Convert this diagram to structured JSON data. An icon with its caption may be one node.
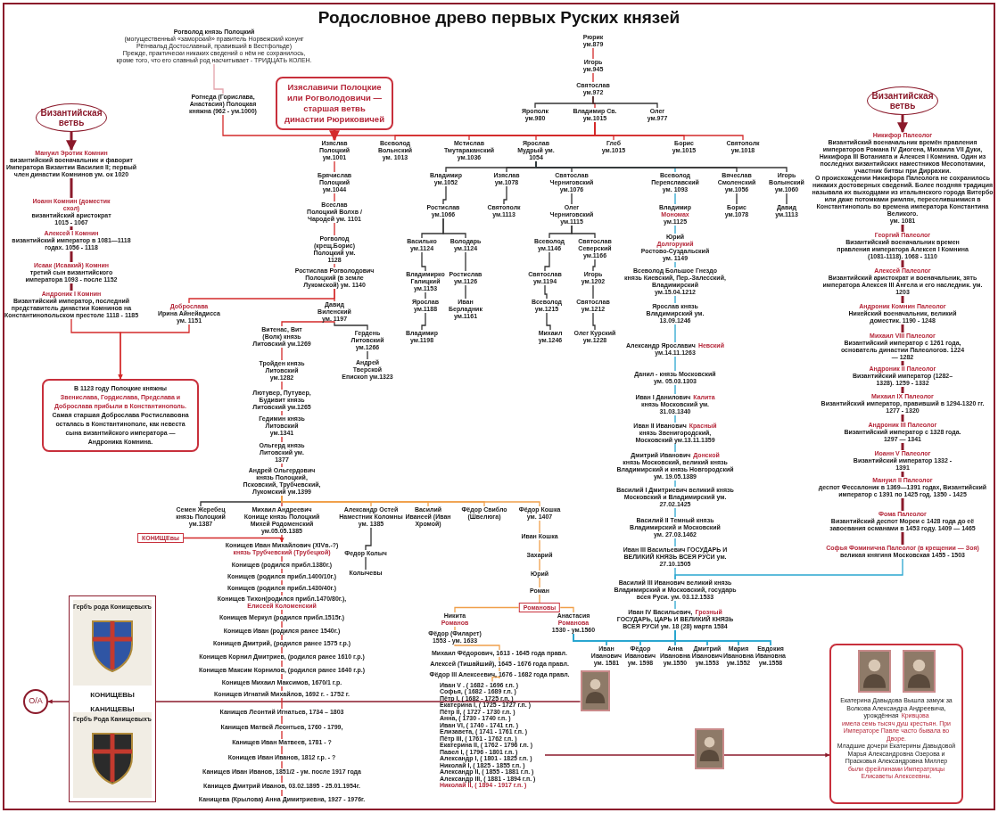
{
  "diagram": {
    "title": "Родословное древо первых Руских князей",
    "nodes": [
      {
        "text": [
          "Рогволод князь Полоцкий",
          "(могущественный «заморский» правитель Норвежский конунг Рёгнвальд Достославный, правивший в Вестфольде)",
          "Прежде, практически никаких сведений о нём не сохранилось, кроме того, что его славный род насчитывает - ТРИДЦАТЬ КОЛЕН."
        ]
      },
      {
        "text": [
          "Рогнеда (Горислава, Анастасия) Полоцкая княжна (962 - ум.1000)"
        ]
      },
      {
        "text": [
          "Рюрик ум.879"
        ]
      },
      {
        "text": [
          "Игорь ум.945"
        ]
      },
      {
        "text": [
          "Святослав ум.972"
        ]
      },
      {
        "text": [
          "Ярополк ум.980"
        ]
      },
      {
        "text": [
          "Владимир Св. ум.1015"
        ]
      },
      {
        "text": [
          "Олег ум.977"
        ]
      },
      {
        "text": [
          "Изяславичи Полоцкие или Рогволодовичи — старшая ветвь династии Рюриковичей"
        ]
      },
      {
        "text": [
          "Изяслав Полоцкий ум.1001"
        ]
      },
      {
        "text": [
          "Всеволод Вольнский ум. 1013"
        ]
      },
      {
        "text": [
          "Мстислав Тмутараканский ум.1036"
        ]
      },
      {
        "text": [
          "Ярослав Мудрый ум. 1054"
        ]
      },
      {
        "text": [
          "Глеб ум.1015"
        ]
      },
      {
        "text": [
          "Борис ум.1015"
        ]
      },
      {
        "text": [
          "Святополк ум.1018"
        ]
      },
      {
        "text": [
          "Брячислав Полоцкий ум.1044"
        ]
      },
      {
        "text": [
          "Всеслав Полоцкий Волхв / Чародей ум. 1101"
        ]
      },
      {
        "text": [
          "Рогволод (крещ.Борис) Полоцкий ум. 1128"
        ]
      },
      {
        "text": [
          "Ростислав Рогволодович Полоцкий (в земле Лукомской) ум. 1140"
        ]
      },
      {
        "text": [
          "Давид Виленский ум. 1197"
        ]
      },
      {
        "text": [
          "Доброслава",
          "Ирина Айнейадисса ум. 1151"
        ]
      },
      {
        "text": [
          "Византийская ветвь"
        ]
      },
      {
        "text": [
          "Мануил Эротик Комнин",
          "византийский военачальник и фаворит Императора Византии Василия II; первый член династии Комнинов ум. ок 1020"
        ]
      },
      {
        "text": [
          "Иоанн Комнин (доместик схол)",
          "византийский аристократ 1015 - 1067"
        ]
      },
      {
        "text": [
          "Алексей I Комнин",
          "византийский император в 1081—1118 годах. 1056 - 1118"
        ]
      },
      {
        "text": [
          "Исаак (Исаакий) Комнин",
          "третий сын византийского императора 1093 - после 1152"
        ]
      },
      {
        "text": [
          "Андроник I Комнин",
          "Византийский император, последний представитель династии Комнинов на Константинопольском престоле 1118 - 1185"
        ]
      },
      {
        "text": [
          "В 1123 году Полоцкие княжны",
          "Звенислава, Гордислава, Предслава и Доброслава прибыли в Константинополь.",
          "Самая старшая Доброслава Ростиславовна осталась в Константинополе, как невеста сына византийского императора — Андроника Комнина."
        ]
      },
      {
        "text": [
          "Витенас, Вит (Волк) князь Литовский ум.1269"
        ]
      },
      {
        "text": [
          "Гердень Литовский ум.1266"
        ]
      },
      {
        "text": [
          "Андрей Тверской Епископ ум.1323"
        ]
      },
      {
        "text": [
          "Тройден князь Литовский ум.1282"
        ]
      },
      {
        "text": [
          "Лютувер, Путувер, Будивит князь Литовский ум.1265"
        ]
      },
      {
        "text": [
          "Гедимин князь Литовский ум.1341"
        ]
      },
      {
        "text": [
          "Ольгерд князь Литовский ум. 1377"
        ]
      },
      {
        "text": [
          "Андрей Ольгердович князь Полоцкий, Псковский, Трубчевский, Лукомский ум.1399"
        ]
      },
      {
        "text": [
          "Семен Жеребец князь Полоцкий ум.1387"
        ]
      },
      {
        "text": [
          "Михаил Андреевич Конище князь Полоцкий Михей Родоменский ум.05.05.1385"
        ]
      },
      {
        "text": [
          "Александр Остей Наместник Коломны ум. 1385"
        ]
      },
      {
        "text": [
          "Василий Иванеей (Иван Хромой)"
        ]
      },
      {
        "text": [
          "Фёдор Свибло (Швелюга)"
        ]
      },
      {
        "text": [
          "Фёдор Кошка ум. 1407"
        ]
      },
      {
        "text": [
          "Федор Колыч"
        ]
      },
      {
        "text": [
          "Колычевы"
        ]
      },
      {
        "text": [
          "Иван Кошка"
        ]
      },
      {
        "text": [
          "Захарий"
        ]
      },
      {
        "text": [
          "Юрий"
        ]
      },
      {
        "text": [
          "Роман"
        ]
      },
      {
        "text": [
          "Романовы"
        ]
      },
      {
        "text": [
          "Никита",
          "Романов"
        ]
      },
      {
        "text": [
          "Анастасия",
          "Романова",
          "1530 - ум.1560"
        ]
      },
      {
        "text": [
          "Фёдор (Филарет) 1553 - ум. 1633"
        ]
      },
      {
        "text": [
          "Михаил Фёдорович, 1613 - 1645 года правл."
        ]
      },
      {
        "text": [
          "Алексей (Тишайший), 1645 - 1676 года правл."
        ]
      },
      {
        "text": [
          "Фёдор III Алексеевич, 1676 - 1682 года правл."
        ]
      },
      {
        "text": [
          "Иван V . ( 1682 - 1696 г.п. )",
          "Софья, ( 1682 - 1689 г.п. )",
          "Пётр I, ( 1682 - 1725 г.п. )",
          "Екатерина I, ( 1725 - 1727 г.п. )",
          "Пётр II, ( 1727 - 1730 г.п. )",
          "Анна, ( 1730 - 1740 г.п. )",
          "Иван VI, ( 1740 - 1741 г.п. )",
          "Елизавета, ( 1741 - 1761 г.п. )",
          "Пётр III, ( 1761 - 1762 г.п. )",
          "Екатерина II, ( 1762 - 1796 г.п. )",
          "Павел I, ( 1796 - 1801 г.п. )",
          "Александр I, ( 1801 - 1825 г.п. )",
          "Николай I, ( 1825 - 1855 г.п. )",
          "Александр II, ( 1855 - 1881 г.п. )",
          "Александр III, ( 1881 - 1894 г.п. )",
          "Николай II, ( 1894 - 1917 г.п. )"
        ]
      },
      {
        "text": [],
        "shape": "picture"
      },
      {
        "text": [],
        "shape": "picture"
      },
      {
        "text": [
          "КОНИЩЕвы"
        ]
      },
      {
        "text": [
          "Конищев Иван Михайлович (XIVв.-?)",
          "князь Трубчевский (Трубецкой)"
        ]
      },
      {
        "text": [
          "Конищев (родился прибл.1380г.)"
        ]
      },
      {
        "text": [
          "Конищев (родился прибл.1400/10г.)"
        ]
      },
      {
        "text": [
          "Конищев (родился прибл.1430/40г.)"
        ]
      },
      {
        "text": [
          "Конищев Тихон(родился прибл.1470/80г.),",
          "Елисеей Коломенский"
        ]
      },
      {
        "text": [
          "Конищев Меркул (родился прибл.1515г.)"
        ]
      },
      {
        "text": [
          "Конищев Иван (родился ранее 1540г.)"
        ]
      },
      {
        "text": [
          "Конищев Дмитрий, (родился ранее 1575 г.р.)"
        ]
      },
      {
        "text": [
          "Конищев Корнил Дмитриев, (родился ранее 1610 г.р.)"
        ]
      },
      {
        "text": [
          "Конищев Максим Корнилов, (родился ранее 1640 г.р.)"
        ]
      },
      {
        "text": [
          "Конищев Михаил Максимов, 1670/1 г.р."
        ]
      },
      {
        "text": [
          "Конищев Игнатий Михайлов, 1692 г. - 1752 г."
        ]
      },
      {
        "text": [
          "Канищев Леонтий Игнатьев, 1734 – 1803"
        ]
      },
      {
        "text": [
          "Канищев Матвей Леонтьев, 1760 - 1799,"
        ]
      },
      {
        "text": [
          "Канищев Иван Матвеев, 1781 - ?"
        ]
      },
      {
        "text": [
          "Конищев Иван Иванов, 1812 г.р. - ?"
        ]
      },
      {
        "text": [
          "Канищев Иван Иванов, 1851/2 - ум. после 1917 года"
        ]
      },
      {
        "text": [
          "Канищев Дмитрий Иванов, 03.02.1895 - 25.01.1954г."
        ]
      },
      {
        "text": [
          "Канищева (Крылова) Анна Димитриевна, 1927 - 1976г."
        ]
      },
      {
        "text": [
          "КОНИЩЕВЫ",
          "КАНИЩЕВЫ"
        ]
      },
      {
        "text": [
          "Гербъ рода Конищевыхъ"
        ],
        "in": 79
      },
      {
        "text": [
          "Гербъ Рода Канищевыхъ"
        ],
        "in": 79
      },
      {
        "text": [
          "O/A"
        ]
      },
      {
        "text": [
          "Владимир ум.1052"
        ]
      },
      {
        "text": [
          "Изяслав ум.1078"
        ]
      },
      {
        "text": [
          "Святослав Черниговский ум.1076"
        ]
      },
      {
        "text": [
          "Всеволод Переяславский ум. 1093"
        ]
      },
      {
        "text": [
          "Вячеслав Смоленский ум.1056"
        ]
      },
      {
        "text": [
          "Игорь Волынский ум.1060"
        ]
      },
      {
        "text": [
          "Ростислав ум.1066"
        ]
      },
      {
        "text": [
          "Святополк ум.1113"
        ]
      },
      {
        "text": [
          "Олег Черниговский ум.1115"
        ]
      },
      {
        "text": [
          "Владимир",
          "Мономах",
          "ум.1125"
        ]
      },
      {
        "text": [
          "Борис ум.1078"
        ]
      },
      {
        "text": [
          "Давид ум.1113"
        ]
      },
      {
        "text": [
          "Василько ум.1124"
        ]
      },
      {
        "text": [
          "Володарь ум.1124"
        ]
      },
      {
        "text": [
          "Всеволод ум.1146"
        ]
      },
      {
        "text": [
          "Святослав Северский ум.1166"
        ]
      },
      {
        "text": [
          "Юрий",
          "Долгорукий",
          "Ростово-Суздальский ум. 1149"
        ]
      },
      {
        "text": [
          "Владимирко Галицкий ум.1153"
        ]
      },
      {
        "text": [
          "Ростислав ум.1126"
        ]
      },
      {
        "text": [
          "Святослав ум.1194"
        ]
      },
      {
        "text": [
          "Игорь ум.1202"
        ]
      },
      {
        "text": [
          "Всеволод Большое Гнездо",
          "князь Киевский, Пер.-Залесский, Владимирский",
          "ум.15.04.1212"
        ]
      },
      {
        "text": [
          "Ярослав ум.1188"
        ]
      },
      {
        "text": [
          "Иван Берладник ум.1161"
        ]
      },
      {
        "text": [
          "Всеволод ум.1215"
        ]
      },
      {
        "text": [
          "Святослав ум.1212"
        ]
      },
      {
        "text": [
          "Ярослав князь Владимирский ум. 13.09.1246"
        ]
      },
      {
        "text": [
          "Владимир ум.1198"
        ]
      },
      {
        "text": [
          "Михаил ум.1246"
        ]
      },
      {
        "text": [
          "Олег Курский ум.1228"
        ]
      },
      {
        "text": [
          "Александр Ярославич",
          "Невский",
          "ум.14.11.1263"
        ]
      },
      {
        "text": [
          "Данил - князь Московский ум. 05.03.1303"
        ]
      },
      {
        "text": [
          "Иван I Данилович",
          "Калита",
          "князь Московский ум. 31.03.1340"
        ]
      },
      {
        "text": [
          "Иван II Иванович",
          "Красный",
          "князь Звенигородский, Московский ум.13.11.1359"
        ]
      },
      {
        "text": [
          "Дмитрий Иванович",
          "Донской",
          "князь Московский, великий князь Владимирский и князь Новгородский ум. 19.05.1389"
        ]
      },
      {
        "text": [
          "Василий I Дмитриевич великий князь Московский и Владимирский ум. 27.02.1425"
        ]
      },
      {
        "text": [
          "Василий II Темный князь Владимирский и Московский ум. 27.03.1462"
        ]
      },
      {
        "text": [
          "Иван III Васильевич ГОСУДАРЬ И ВЕЛИКИЙ КНЯЗЬ ВСЕЯ РУСИ ум. 27.10.1505"
        ]
      },
      {
        "text": [
          "Василий III Иванович великий князь Владимирский и Московский, государь всея Руси. ум. 03.12.1533"
        ]
      },
      {
        "text": [
          "Иван IV Васильевич,",
          "Грозный",
          "ГОСУДАРЬ, ЦАРЬ И ВЕЛИКИЙ КНЯЗЬ ВСЕЯ РУСИ ум. 18 (28) марта 1584"
        ]
      },
      {
        "text": [
          "Иван Иванович ум. 1581"
        ]
      },
      {
        "text": [
          "Фёдор Иванович ум. 1598"
        ]
      },
      {
        "text": [
          "Анна Ивановна ум.1550"
        ]
      },
      {
        "text": [
          "Дмитрий Иванович ум.1553"
        ]
      },
      {
        "text": [
          "Мария Ивановна ум.1552"
        ]
      },
      {
        "text": [
          "Евдокия Ивановна ум.1558"
        ]
      },
      {
        "text": [
          "Византийская ветвь"
        ]
      },
      {
        "text": [
          "Никифор Палеолог",
          "Византийский военачальник времён правления императоров Романа IV Диогена, Михаила VII Дуки, Никифора III Вотаниата и Алексея I Комнина. Один из последних византийских наместников Месопотамии, участник битвы при Диррахии.",
          "О происхождении Никифора Палеолога не сохранилось никаких достоверных сведений. Более поздняя традиция называла их выходцами из итальянского города Витербо или даже потомками римлян, переселившимися в Константинополь во времена императора Константина Великого.",
          "ум. 1081"
        ]
      },
      {
        "text": [
          "Георгий Палеолог",
          "Византийский военачальник времен правления императора Алексея I Комнина (1081-1118). 1068 - 1110"
        ]
      },
      {
        "text": [
          "Алексей Палеолог",
          "Византийский аристократ и военачальник, зять императора Алексея III Ангела и его наследник. ум. 1203"
        ]
      },
      {
        "text": [
          "Андроник Комнин Палеолог",
          "Никейский военачальник, великий доместик. 1190 - 1248"
        ]
      },
      {
        "text": [
          "Михаил VIII Палеолог",
          "Византийский император с 1261 года, основатель династии Палеологов. 1224 — 1282"
        ]
      },
      {
        "text": [
          "Андроник II Палеолог",
          "Византийский император (1282–1328). 1259 - 1332"
        ]
      },
      {
        "text": [
          "Михаил IX Палеолог",
          "Византийский император, правивший в 1294-1320 гг. 1277 - 1320"
        ]
      },
      {
        "text": [
          "Андроник III Палеолог",
          "Византийский император с 1328 года. 1297 — 1341"
        ]
      },
      {
        "text": [
          "Иоанн V Палеолог",
          "Византийский император 1332 - 1391"
        ]
      },
      {
        "text": [
          "Мануил II Палеолог",
          "деспот Фессалоник в 1369—1391 годах, Византийский император с 1391 по 1425 год. 1350 - 1425"
        ]
      },
      {
        "text": [
          "Фома Палеолог",
          "Византийский деспот Мореи с 1428 года до её завоевания османами в 1453 году. 1409 — 1465"
        ]
      },
      {
        "text": [
          "Софья Фоминична Палеолог (в крещении — Зоя)",
          "великая княгиня Московская 1455 - 1503"
        ]
      },
      {
        "text": [
          "Екатерина Давыдова Вышла замуж за Волкова Александра Андреевича, урождённая",
          "Кривцова",
          "имела семь тысяч душ крестьян. При Императоре Павле часто бывала во Дворе.",
          "Младшие дочери Екатерины Давыдовой Марья Александровна Озерова и Прасковья Александровна Миллер",
          "были фрейлинами Императрицы Елисаветы Алексеевны."
        ]
      },
      {
        "text": [],
        "shape": "picture",
        "in": 142
      },
      {
        "text": [],
        "shape": "picture",
        "in": 142
      }
    ],
    "edges": [
      {
        "from": 0,
        "to": 1,
        "arrow": "none",
        "color": "#e4a3ab"
      },
      {
        "from": 2,
        "to": 3,
        "arrow": "none",
        "color": "#d42a2a"
      },
      {
        "from": 3,
        "to": 4,
        "arrow": "none",
        "color": "#d42a2a"
      },
      {
        "from": 4,
        "to": 5,
        "arrow": "none",
        "color": "#333333"
      },
      {
        "from": 4,
        "to": 6,
        "arrow": "none",
        "color": "#d42a2a"
      },
      {
        "from": 4,
        "to": 7,
        "arrow": "none",
        "color": "#333333"
      },
      {
        "from": 6,
        "to": 9,
        "arrow": "none",
        "color": "#d42a2a"
      },
      {
        "from": 6,
        "to": 10,
        "arrow": "none",
        "color": "#d42a2a"
      },
      {
        "from": 6,
        "to": 11,
        "arrow": "none",
        "color": "#d42a2a"
      },
      {
        "from": 6,
        "to": 12,
        "arrow": "none",
        "color": "#d42a2a"
      },
      {
        "from": 6,
        "to": 13,
        "arrow": "none",
        "color": "#d42a2a"
      },
      {
        "from": 6,
        "to": 14,
        "arrow": "none",
        "color": "#d42a2a"
      },
      {
        "from": 6,
        "to": 15,
        "arrow": "none",
        "color": "#d42a2a"
      },
      {
        "from": 1,
        "to": 9,
        "arrow": "none",
        "color": "#d42a2a"
      },
      {
        "from": 8,
        "to": 9,
        "arrow": "to",
        "style": "thick",
        "color": "#d42a2a"
      },
      {
        "from": 9,
        "to": 16,
        "arrow": "none",
        "color": "#d42a2a"
      },
      {
        "from": 16,
        "to": 17,
        "arrow": "none",
        "color": "#d42a2a"
      },
      {
        "from": 17,
        "to": 18,
        "arrow": "none",
        "color": "#d42a2a"
      },
      {
        "from": 18,
        "to": 19,
        "arrow": "none",
        "color": "#d42a2a"
      },
      {
        "from": 19,
        "to": 20,
        "arrow": "none",
        "color": "#d42a2a"
      },
      {
        "from": 19,
        "to": 21,
        "arrow": "none",
        "color": "#d42a2a"
      },
      {
        "from": 22,
        "to": 23,
        "arrow": "to",
        "style": "thick",
        "color": "#8b1a2b"
      },
      {
        "from": 23,
        "to": 24,
        "arrow": "none",
        "style": "thick",
        "color": "#8b1a2b"
      },
      {
        "from": 24,
        "to": 25,
        "arrow": "none",
        "style": "thick",
        "color": "#8b1a2b"
      },
      {
        "from": 25,
        "to": 26,
        "arrow": "none",
        "style": "thick",
        "color": "#8b1a2b"
      },
      {
        "from": 26,
        "to": 27,
        "arrow": "none",
        "style": "thick",
        "color": "#8b1a2b"
      },
      {
        "from": 27,
        "to": 28,
        "arrow": "to",
        "color": "#d42a2a"
      },
      {
        "from": 21,
        "to": 28,
        "arrow": "to",
        "color": "#d42a2a"
      },
      {
        "from": 20,
        "to": 29,
        "arrow": "none",
        "color": "#d42a2a"
      },
      {
        "from": 20,
        "to": 30,
        "arrow": "none",
        "color": "#333333"
      },
      {
        "from": 30,
        "to": 31,
        "arrow": "none",
        "color": "#333333"
      },
      {
        "from": 29,
        "to": 32,
        "arrow": "none",
        "color": "#d42a2a"
      },
      {
        "from": 32,
        "to": 33,
        "arrow": "none",
        "color": "#d42a2a"
      },
      {
        "from": 33,
        "to": 34,
        "arrow": "none",
        "color": "#d42a2a"
      },
      {
        "from": 34,
        "to": 35,
        "arrow": "none",
        "color": "#d42a2a"
      },
      {
        "from": 35,
        "to": 36,
        "arrow": "none",
        "color": "#d42a2a"
      },
      {
        "from": 36,
        "to": 37,
        "arrow": "none",
        "color": "#333333"
      },
      {
        "from": 36,
        "to": 38,
        "arrow": "none",
        "color": "#d42a2a"
      },
      {
        "from": 36,
        "to": 39,
        "arrow": "none",
        "color": "#f0a04b"
      },
      {
        "from": 36,
        "to": 40,
        "arrow": "none",
        "color": "#f0a04b"
      },
      {
        "from": 36,
        "to": 41,
        "arrow": "none",
        "color": "#f0a04b"
      },
      {
        "from": 36,
        "to": 42,
        "arrow": "none",
        "color": "#f0a04b"
      },
      {
        "from": 39,
        "to": 43,
        "arrow": "none",
        "color": "#333333"
      },
      {
        "from": 43,
        "to": 44,
        "arrow": "none",
        "color": "#333333"
      },
      {
        "from": 42,
        "to": 45,
        "arrow": "none",
        "color": "#f0a04b"
      },
      {
        "from": 45,
        "to": 46,
        "arrow": "none",
        "color": "#f0a04b"
      },
      {
        "from": 46,
        "to": 47,
        "arrow": "none",
        "color": "#f0a04b"
      },
      {
        "from": 47,
        "to": 48,
        "arrow": "none",
        "color": "#f0a04b"
      },
      {
        "from": 48,
        "to": 49,
        "arrow": "none",
        "color": "#f0a04b"
      },
      {
        "from": 49,
        "to": 50,
        "arrow": "none",
        "color": "#f0a04b"
      },
      {
        "from": 49,
        "to": 51,
        "arrow": "none",
        "color": "#f0a04b"
      },
      {
        "from": 50,
        "to": 52,
        "arrow": "none",
        "color": "#f0a04b"
      },
      {
        "from": 52,
        "to": 53,
        "arrow": "none",
        "color": "#f0a04b"
      },
      {
        "from": 53,
        "to": 54,
        "arrow": "none",
        "color": "#f0a04b"
      },
      {
        "from": 54,
        "to": 55,
        "arrow": "none",
        "color": "#f0a04b"
      },
      {
        "from": 55,
        "to": 56,
        "arrow": "none",
        "color": "#f0a04b"
      },
      {
        "from": 57,
        "to": 82,
        "arrow": "to",
        "color": "#8b1a2b"
      },
      {
        "from": 56,
        "to": 58,
        "arrow": "none",
        "color": "#8b1a2b"
      },
      {
        "from": 58,
        "to": 142,
        "arrow": "to",
        "color": "#8b1a2b"
      },
      {
        "from": 59,
        "to": 60,
        "arrow": "to",
        "color": "#d42a2a"
      },
      {
        "from": 38,
        "to": 60,
        "arrow": "none",
        "color": "#d42a2a"
      },
      {
        "from": 60,
        "to": 61,
        "arrow": "none",
        "color": "#d42a2a"
      },
      {
        "from": 61,
        "to": 62,
        "arrow": "none",
        "color": "#d42a2a"
      },
      {
        "from": 62,
        "to": 63,
        "arrow": "none",
        "color": "#d42a2a"
      },
      {
        "from": 63,
        "to": 64,
        "arrow": "none",
        "color": "#d42a2a"
      },
      {
        "from": 64,
        "to": 65,
        "arrow": "none",
        "color": "#d42a2a"
      },
      {
        "from": 65,
        "to": 66,
        "arrow": "none",
        "color": "#d42a2a"
      },
      {
        "from": 66,
        "to": 67,
        "arrow": "none",
        "color": "#d42a2a"
      },
      {
        "from": 67,
        "to": 68,
        "arrow": "none",
        "color": "#d42a2a"
      },
      {
        "from": 68,
        "to": 69,
        "arrow": "none",
        "color": "#d42a2a"
      },
      {
        "from": 69,
        "to": 70,
        "arrow": "none",
        "color": "#d42a2a"
      },
      {
        "from": 70,
        "to": 71,
        "arrow": "none",
        "color": "#d42a2a"
      },
      {
        "from": 71,
        "to": 72,
        "arrow": "none",
        "color": "#d42a2a"
      },
      {
        "from": 72,
        "to": 73,
        "arrow": "none",
        "color": "#d42a2a"
      },
      {
        "from": 73,
        "to": 74,
        "arrow": "none",
        "color": "#d42a2a"
      },
      {
        "from": 74,
        "to": 75,
        "arrow": "none",
        "color": "#d42a2a"
      },
      {
        "from": 75,
        "to": 76,
        "arrow": "none",
        "color": "#d42a2a"
      },
      {
        "from": 76,
        "to": 77,
        "arrow": "none",
        "color": "#d42a2a"
      },
      {
        "from": 77,
        "to": 78,
        "arrow": "none",
        "color": "#d42a2a"
      },
      {
        "from": 12,
        "to": 83,
        "arrow": "none",
        "color": "#333333"
      },
      {
        "from": 12,
        "to": 84,
        "arrow": "none",
        "color": "#333333"
      },
      {
        "from": 12,
        "to": 85,
        "arrow": "none",
        "color": "#333333"
      },
      {
        "from": 12,
        "to": 86,
        "arrow": "none",
        "color": "#2aa6cf"
      },
      {
        "from": 12,
        "to": 87,
        "arrow": "none",
        "color": "#333333"
      },
      {
        "from": 12,
        "to": 88,
        "arrow": "none",
        "color": "#333333"
      },
      {
        "from": 83,
        "to": 89,
        "arrow": "none",
        "color": "#333333"
      },
      {
        "from": 84,
        "to": 90,
        "arrow": "none",
        "color": "#333333"
      },
      {
        "from": 85,
        "to": 91,
        "arrow": "none",
        "color": "#333333"
      },
      {
        "from": 86,
        "to": 92,
        "arrow": "none",
        "color": "#2aa6cf"
      },
      {
        "from": 87,
        "to": 93,
        "arrow": "none",
        "color": "#333333"
      },
      {
        "from": 88,
        "to": 94,
        "arrow": "none",
        "color": "#333333"
      },
      {
        "from": 89,
        "to": 95,
        "arrow": "none",
        "color": "#333333"
      },
      {
        "from": 89,
        "to": 96,
        "arrow": "none",
        "color": "#333333"
      },
      {
        "from": 91,
        "to": 97,
        "arrow": "none",
        "color": "#333333"
      },
      {
        "from": 91,
        "to": 98,
        "arrow": "none",
        "color": "#333333"
      },
      {
        "from": 92,
        "to": 99,
        "arrow": "none",
        "color": "#2aa6cf"
      },
      {
        "from": 95,
        "to": 100,
        "arrow": "none",
        "color": "#333333"
      },
      {
        "from": 96,
        "to": 101,
        "arrow": "none",
        "color": "#333333"
      },
      {
        "from": 97,
        "to": 102,
        "arrow": "none",
        "color": "#333333"
      },
      {
        "from": 98,
        "to": 103,
        "arrow": "none",
        "color": "#333333"
      },
      {
        "from": 99,
        "to": 104,
        "arrow": "none",
        "color": "#2aa6cf"
      },
      {
        "from": 100,
        "to": 105,
        "arrow": "none",
        "color": "#333333"
      },
      {
        "from": 101,
        "to": 106,
        "arrow": "none",
        "color": "#333333"
      },
      {
        "from": 102,
        "to": 107,
        "arrow": "none",
        "color": "#333333"
      },
      {
        "from": 103,
        "to": 108,
        "arrow": "none",
        "color": "#333333"
      },
      {
        "from": 104,
        "to": 109,
        "arrow": "none",
        "color": "#2aa6cf"
      },
      {
        "from": 105,
        "to": 110,
        "arrow": "none",
        "color": "#333333"
      },
      {
        "from": 107,
        "to": 111,
        "arrow": "none",
        "color": "#333333"
      },
      {
        "from": 108,
        "to": 112,
        "arrow": "none",
        "color": "#333333"
      },
      {
        "from": 109,
        "to": 113,
        "arrow": "none",
        "color": "#2aa6cf"
      },
      {
        "from": 113,
        "to": 114,
        "arrow": "none",
        "color": "#2aa6cf"
      },
      {
        "from": 114,
        "to": 115,
        "arrow": "none",
        "color": "#2aa6cf"
      },
      {
        "from": 115,
        "to": 116,
        "arrow": "none",
        "color": "#2aa6cf"
      },
      {
        "from": 116,
        "to": 117,
        "arrow": "none",
        "color": "#2aa6cf"
      },
      {
        "from": 117,
        "to": 118,
        "arrow": "none",
        "color": "#2aa6cf"
      },
      {
        "from": 118,
        "to": 119,
        "arrow": "none",
        "color": "#2aa6cf"
      },
      {
        "from": 119,
        "to": 120,
        "arrow": "none",
        "color": "#2aa6cf"
      },
      {
        "from": 120,
        "to": 121,
        "arrow": "none",
        "color": "#2aa6cf"
      },
      {
        "from": 141,
        "to": 121,
        "arrow": "none",
        "color": "#2aa6cf"
      },
      {
        "from": 121,
        "to": 122,
        "arrow": "none",
        "color": "#2aa6cf"
      },
      {
        "from": 122,
        "to": 123,
        "arrow": "none",
        "color": "#2aa6cf"
      },
      {
        "from": 122,
        "to": 124,
        "arrow": "none",
        "color": "#2aa6cf"
      },
      {
        "from": 122,
        "to": 125,
        "arrow": "none",
        "color": "#2aa6cf"
      },
      {
        "from": 122,
        "to": 126,
        "arrow": "none",
        "color": "#2aa6cf"
      },
      {
        "from": 122,
        "to": 127,
        "arrow": "none",
        "color": "#2aa6cf"
      },
      {
        "from": 122,
        "to": 128,
        "arrow": "none",
        "color": "#2aa6cf"
      },
      {
        "from": 51,
        "to": 123,
        "arrow": "none",
        "color": "#2aa6cf"
      },
      {
        "from": 51,
        "to": 124,
        "arrow": "none",
        "color": "#2aa6cf"
      },
      {
        "from": 51,
        "to": 125,
        "arrow": "none",
        "color": "#2aa6cf"
      },
      {
        "from": 51,
        "to": 126,
        "arrow": "none",
        "color": "#2aa6cf"
      },
      {
        "from": 51,
        "to": 127,
        "arrow": "none",
        "color": "#2aa6cf"
      },
      {
        "from": 51,
        "to": 128,
        "arrow": "none",
        "color": "#2aa6cf"
      },
      {
        "from": 129,
        "to": 130,
        "arrow": "to",
        "style": "thick",
        "color": "#8b1a2b"
      },
      {
        "from": 130,
        "to": 131,
        "arrow": "none",
        "style": "thick",
        "color": "#8b1a2b"
      },
      {
        "from": 131,
        "to": 132,
        "arrow": "none",
        "style": "thick",
        "color": "#8b1a2b"
      },
      {
        "from": 132,
        "to": 133,
        "arrow": "none",
        "style": "thick",
        "color": "#8b1a2b"
      },
      {
        "from": 133,
        "to": 134,
        "arrow": "none",
        "style": "thick",
        "color": "#8b1a2b"
      },
      {
        "from": 134,
        "to": 135,
        "arrow": "none",
        "style": "thick",
        "color": "#8b1a2b"
      },
      {
        "from": 135,
        "to": 136,
        "arrow": "none",
        "style": "thick",
        "color": "#8b1a2b"
      },
      {
        "from": 136,
        "to": 137,
        "arrow": "none",
        "style": "thick",
        "color": "#8b1a2b"
      },
      {
        "from": 137,
        "to": 138,
        "arrow": "none",
        "style": "thick",
        "color": "#8b1a2b"
      },
      {
        "from": 138,
        "to": 139,
        "arrow": "none",
        "style": "thick",
        "color": "#8b1a2b"
      },
      {
        "from": 139,
        "to": 140,
        "arrow": "none",
        "style": "thick",
        "color": "#8b1a2b"
      },
      {
        "from": 140,
        "to": 141,
        "arrow": "none",
        "style": "thick",
        "color": "#8b1a2b"
      }
    ]
  }
}
